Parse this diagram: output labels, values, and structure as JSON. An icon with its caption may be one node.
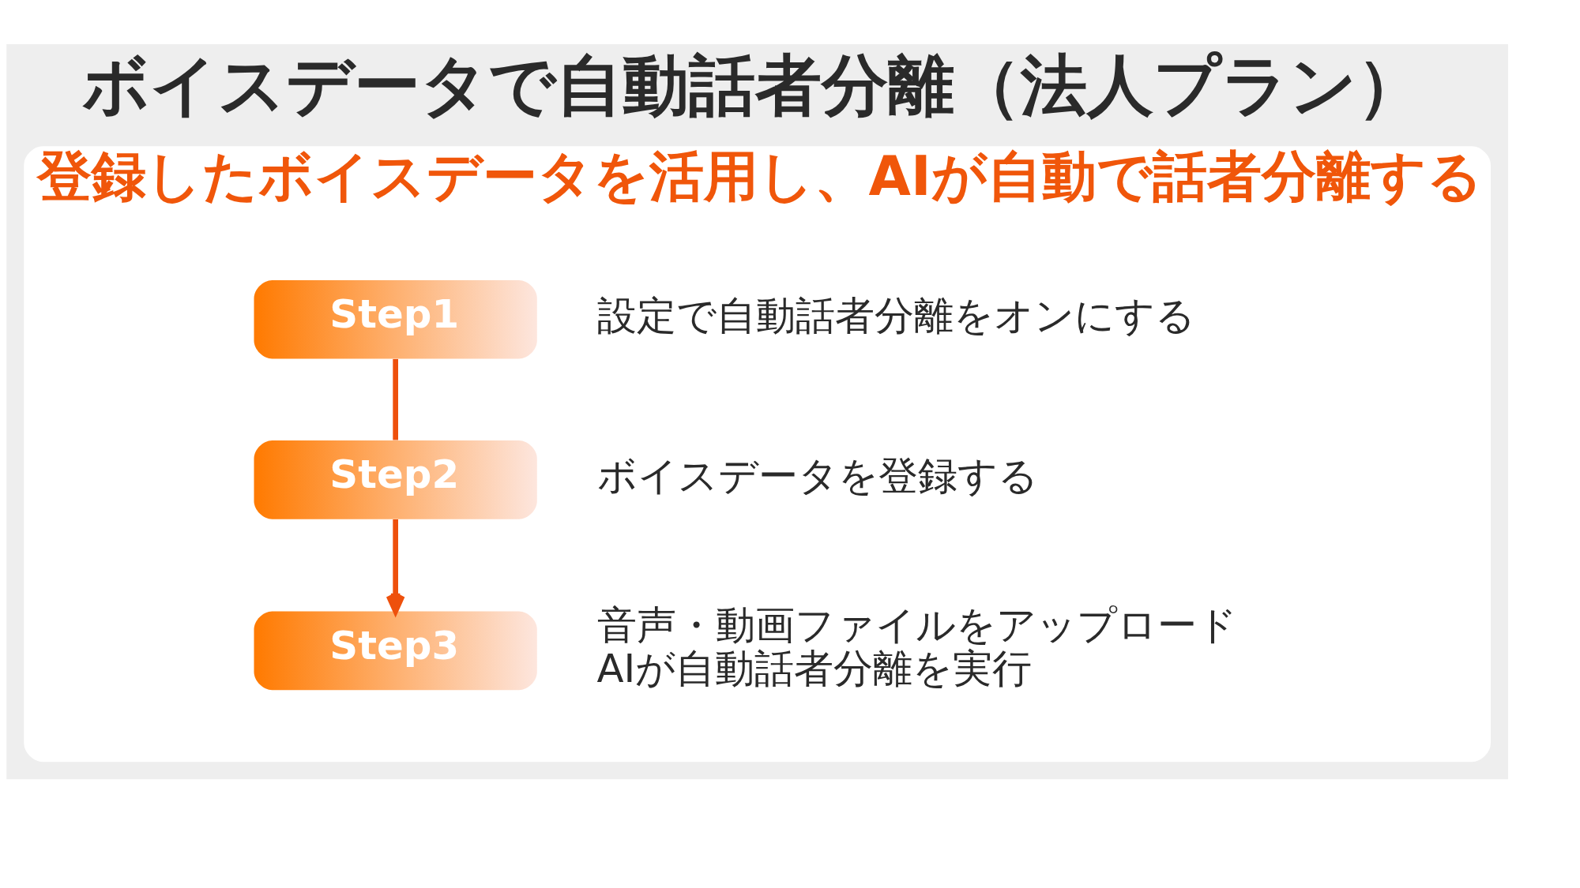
{
  "diagram": {
    "title": "ボイスデータで自動話者分離（法人プラン）",
    "nodes": [
      {
        "text": [
          "登録したボイスデータを活用し、AIが自動で話者分離する"
        ]
      },
      {
        "text": [
          "Step1"
        ],
        "in": 0,
        "beside": [
          "設定で自動話者分離をオンにする"
        ]
      },
      {
        "text": [
          "Step2"
        ],
        "in": 0,
        "beside": [
          "ボイスデータを登録する"
        ]
      },
      {
        "text": [
          "Step3"
        ],
        "in": 0,
        "beside": [
          "音声・動画ファイルをアップロード",
          "AIが自動話者分離を実行"
        ]
      }
    ],
    "edges": [
      {
        "from": 1,
        "to": 2,
        "arrow": "none"
      },
      {
        "from": 2,
        "to": 3,
        "arrow": "to"
      }
    ]
  }
}
